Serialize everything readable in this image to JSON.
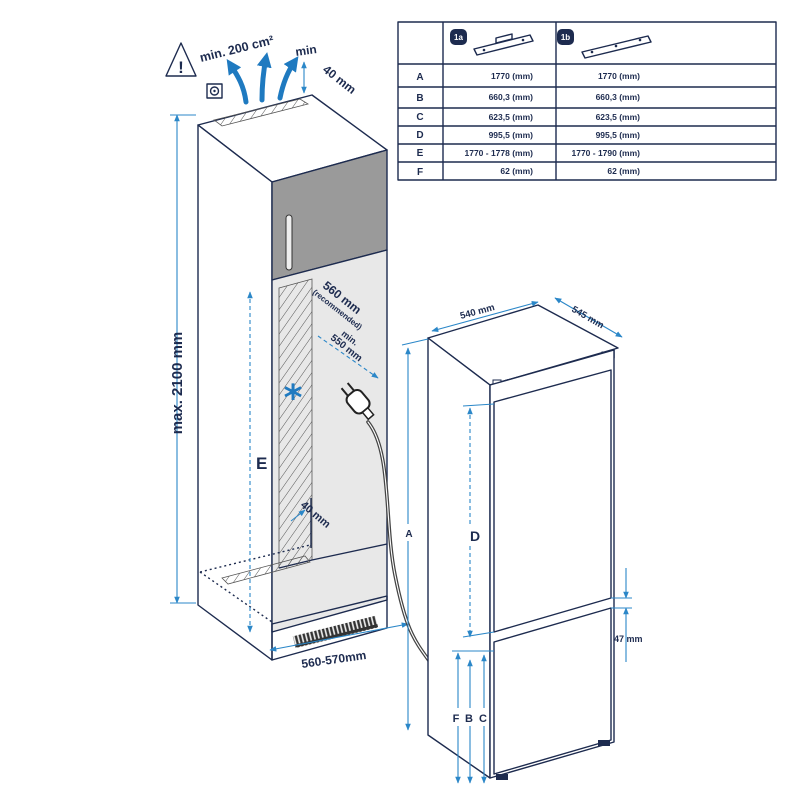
{
  "warning": {
    "icon": "warning-triangle-icon",
    "symbol": "!"
  },
  "ventilation": {
    "area": "min. 200 cm²",
    "icon": "air-vent-icon"
  },
  "niche": {
    "top_gap_min": "min",
    "top_gap_value": "40 mm",
    "max_height": "max. 2100 mm",
    "height_label": "E",
    "depth_recommended": "560 mm",
    "depth_recommended_note": "(recommended)",
    "depth_min_label": "min.",
    "depth_min_value": "550 mm",
    "rear_gap": "40 mm",
    "width": "560-570mm",
    "note_marker": "*"
  },
  "appliance": {
    "width": "540 mm",
    "depth": "545 mm",
    "label_a": "A",
    "label_d": "D",
    "door_gap": "47 mm",
    "label_f": "F",
    "label_b": "B",
    "label_c": "C",
    "plug_icon": "power-plug-icon"
  },
  "table": {
    "headers": [
      "1a",
      "1b"
    ],
    "rows": [
      {
        "label": "A",
        "col_1a": "1770 (mm)",
        "col_1b": "1770 (mm)"
      },
      {
        "label": "B",
        "col_1a": "660,3 (mm)",
        "col_1b": "660,3 (mm)"
      },
      {
        "label": "C",
        "col_1a": "623,5 (mm)",
        "col_1b": "623,5 (mm)"
      },
      {
        "label": "D",
        "col_1a": "995,5 (mm)",
        "col_1b": "995,5 (mm)"
      },
      {
        "label": "E",
        "col_1a": "1770 - 1778 (mm)",
        "col_1b": "1770 - 1790 (mm)"
      },
      {
        "label": "F",
        "col_1a": "62 (mm)",
        "col_1b": "62 (mm)"
      }
    ]
  },
  "colors": {
    "line": "#1d2b4f",
    "dim": "#2b87c8",
    "panel": "#9a9a9a",
    "interior": "#e8e8e8",
    "arrow": "#1f7ac0",
    "text": "#1d2b4f",
    "badge": "#1d2b4f"
  }
}
